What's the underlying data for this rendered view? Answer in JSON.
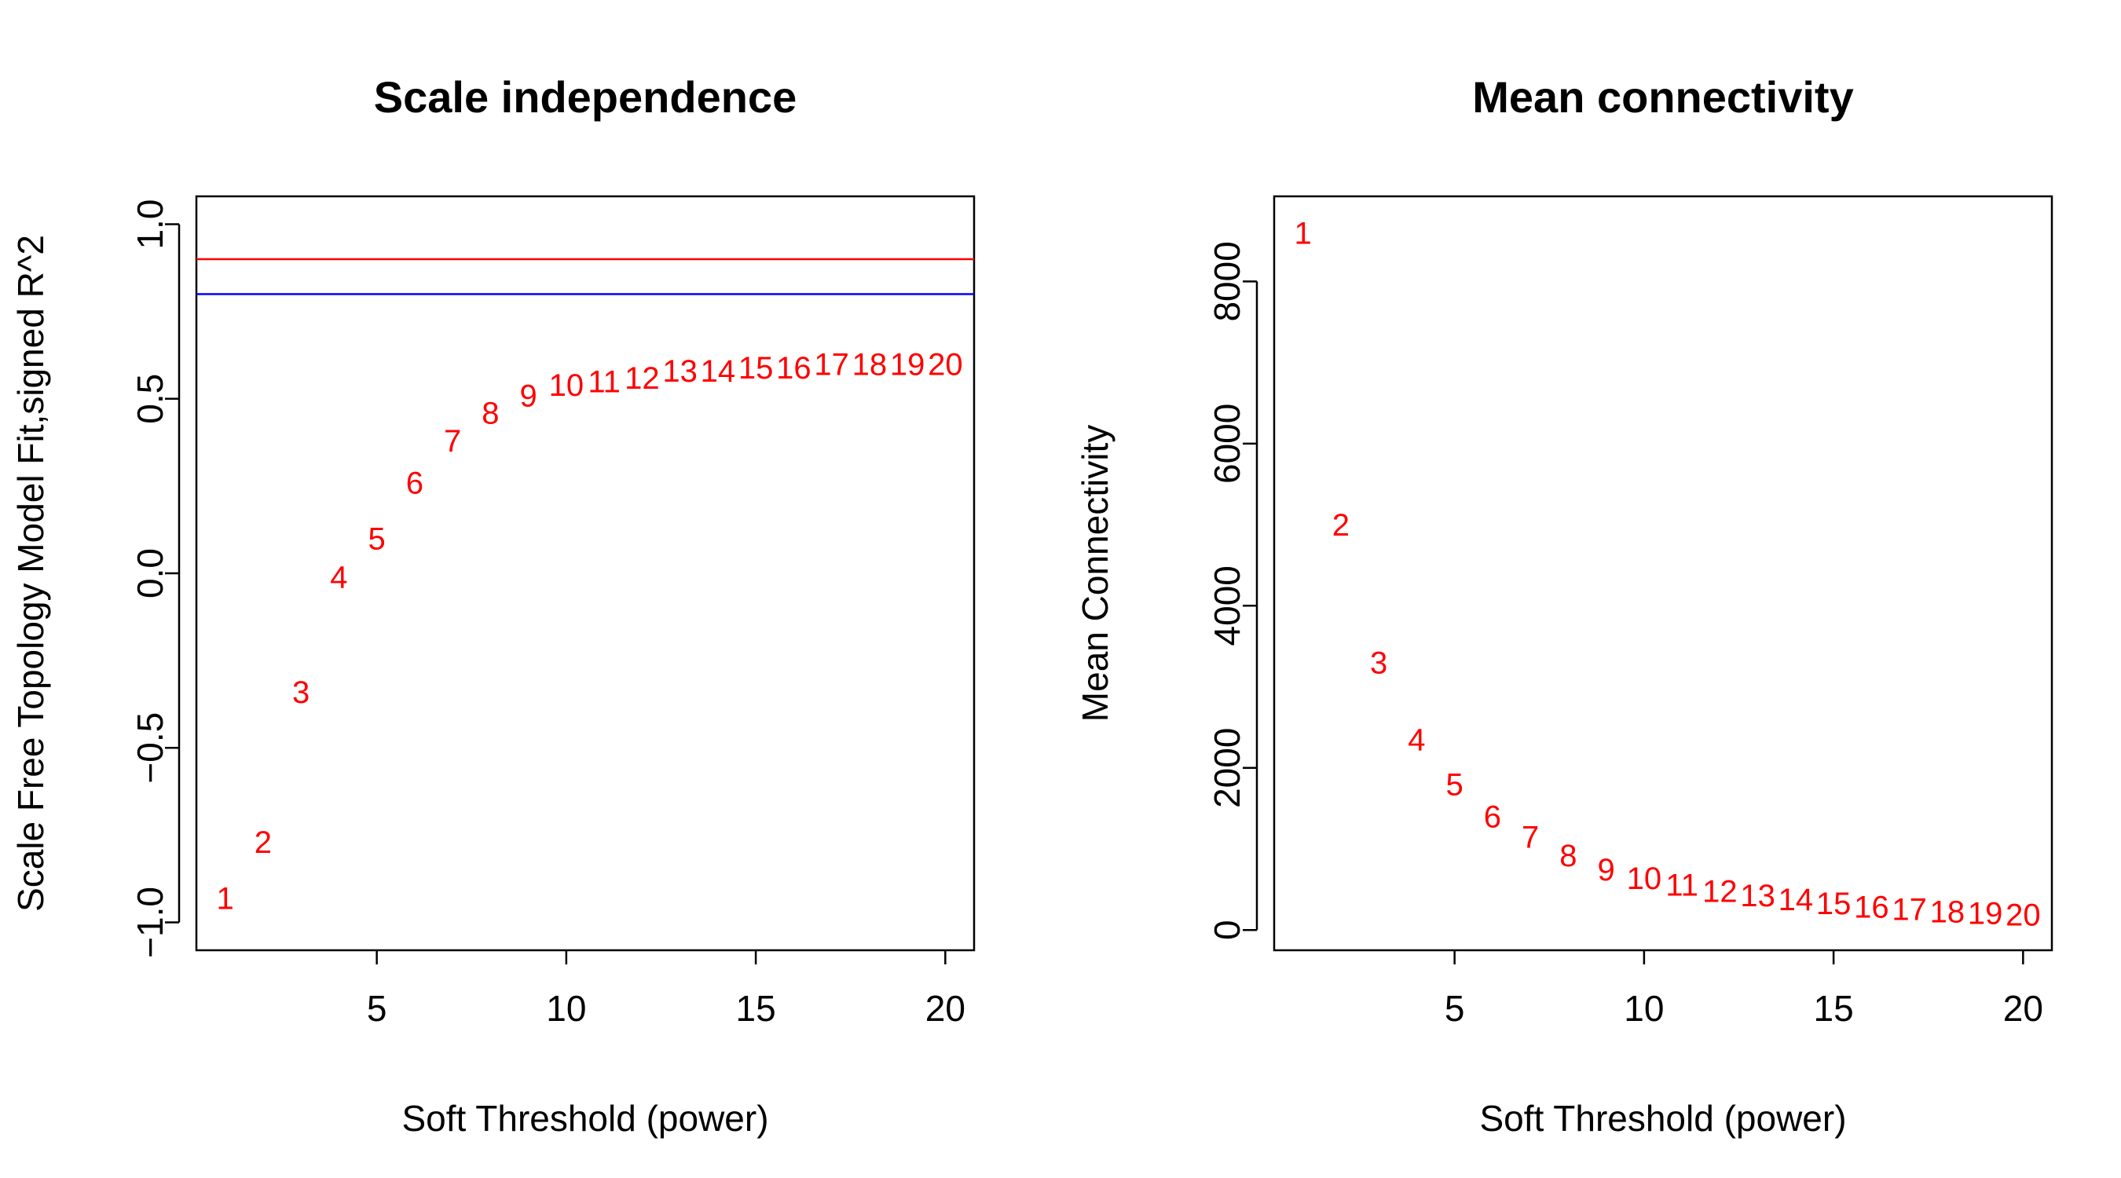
{
  "chart_data": [
    {
      "type": "scatter",
      "marker": "text-labels",
      "title": "Scale independence",
      "xlabel": "Soft Threshold (power)",
      "ylabel": "Scale Free Topology Model Fit,signed R^2",
      "xlim": [
        0.24,
        20.76
      ],
      "ylim": [
        -1.08,
        1.08
      ],
      "xticks": [
        5,
        10,
        15,
        20
      ],
      "yticks": [
        -1.0,
        -0.5,
        0.0,
        0.5,
        1.0
      ],
      "ytick_labels": [
        "−1.0",
        "−0.5",
        "0.0",
        "0.5",
        "1.0"
      ],
      "x": [
        1,
        2,
        3,
        4,
        5,
        6,
        7,
        8,
        9,
        10,
        11,
        12,
        13,
        14,
        15,
        16,
        17,
        18,
        19,
        20
      ],
      "y": [
        -0.93,
        -0.77,
        -0.34,
        -0.01,
        0.1,
        0.26,
        0.38,
        0.46,
        0.51,
        0.54,
        0.55,
        0.56,
        0.58,
        0.58,
        0.59,
        0.59,
        0.6,
        0.6,
        0.6,
        0.6
      ],
      "labels": [
        "1",
        "2",
        "3",
        "4",
        "5",
        "6",
        "7",
        "8",
        "9",
        "10",
        "11",
        "12",
        "13",
        "14",
        "15",
        "16",
        "17",
        "18",
        "19",
        "20"
      ],
      "point_color": "#ff0000",
      "hlines": [
        {
          "y": 0.9,
          "color": "#ff0000"
        },
        {
          "y": 0.8,
          "color": "#0000ff"
        }
      ],
      "grid": false,
      "legend": "none"
    },
    {
      "type": "scatter",
      "marker": "text-labels",
      "title": "Mean connectivity",
      "xlabel": "Soft Threshold (power)",
      "ylabel": "Mean Connectivity",
      "xlim": [
        0.24,
        20.76
      ],
      "ylim": [
        -250,
        9050
      ],
      "xticks": [
        5,
        10,
        15,
        20
      ],
      "yticks": [
        0,
        2000,
        4000,
        6000,
        8000
      ],
      "ytick_labels": [
        "0",
        "2000",
        "4000",
        "6000",
        "8000"
      ],
      "x": [
        1,
        2,
        3,
        4,
        5,
        6,
        7,
        8,
        9,
        10,
        11,
        12,
        13,
        14,
        15,
        16,
        17,
        18,
        19,
        20
      ],
      "y": [
        8600,
        5000,
        3300,
        2350,
        1800,
        1400,
        1150,
        920,
        750,
        640,
        560,
        480,
        430,
        380,
        330,
        290,
        260,
        230,
        210,
        190
      ],
      "labels": [
        "1",
        "2",
        "3",
        "4",
        "5",
        "6",
        "7",
        "8",
        "9",
        "10",
        "11",
        "12",
        "13",
        "14",
        "15",
        "16",
        "17",
        "18",
        "19",
        "20"
      ],
      "point_color": "#ff0000",
      "hlines": [],
      "grid": false,
      "legend": "none"
    }
  ]
}
